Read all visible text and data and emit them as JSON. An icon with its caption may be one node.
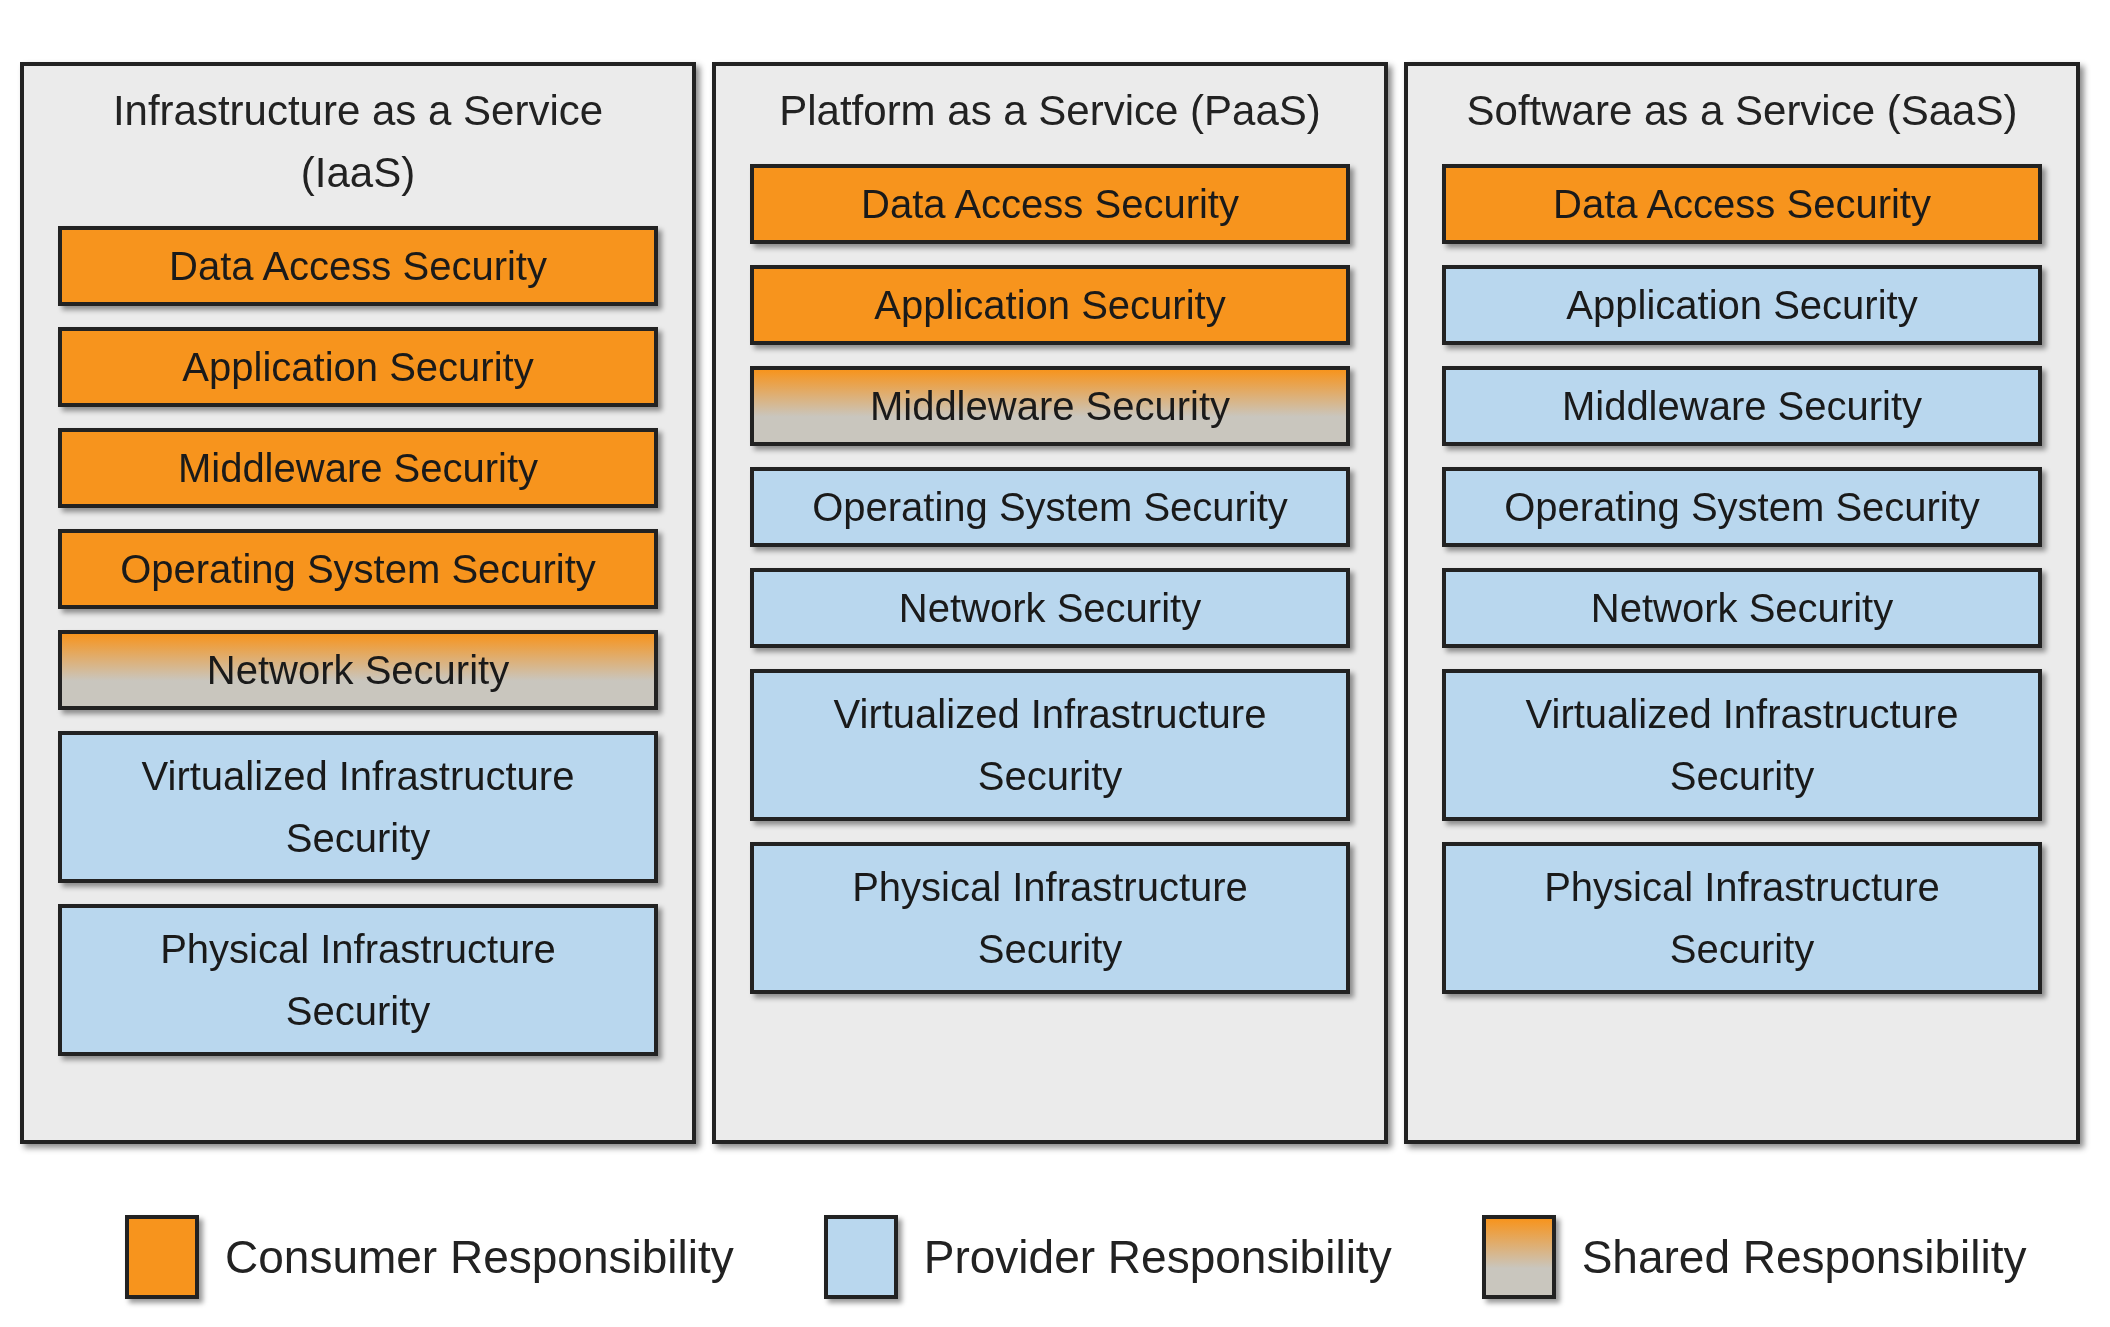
{
  "diagram": {
    "nodes": [
      {
        "text": [
          "Infrastructure as a Service (IaaS)"
        ]
      },
      {
        "text": [
          "Data Access Security"
        ],
        "in": 0
      },
      {
        "text": [
          "Application Security"
        ],
        "in": 0
      },
      {
        "text": [
          "Middleware Security"
        ],
        "in": 0
      },
      {
        "text": [
          "Operating System Security"
        ],
        "in": 0
      },
      {
        "text": [
          "Network Security"
        ],
        "in": 0
      },
      {
        "text": [
          "Virtualized Infrastructure Security"
        ],
        "in": 0
      },
      {
        "text": [
          "Physical Infrastructure Security"
        ],
        "in": 0
      },
      {
        "text": [
          "Platform as a Service (PaaS)"
        ]
      },
      {
        "text": [
          "Data Access Security"
        ],
        "in": 8
      },
      {
        "text": [
          "Application Security"
        ],
        "in": 8
      },
      {
        "text": [
          "Middleware Security"
        ],
        "in": 8
      },
      {
        "text": [
          "Operating System Security"
        ],
        "in": 8
      },
      {
        "text": [
          "Network Security"
        ],
        "in": 8
      },
      {
        "text": [
          "Virtualized Infrastructure Security"
        ],
        "in": 8
      },
      {
        "text": [
          "Physical Infrastructure Security"
        ],
        "in": 8
      },
      {
        "text": [
          "Software as a Service (SaaS)"
        ]
      },
      {
        "text": [
          "Data Access Security"
        ],
        "in": 16
      },
      {
        "text": [
          "Application Security"
        ],
        "in": 16
      },
      {
        "text": [
          "Middleware Security"
        ],
        "in": 16
      },
      {
        "text": [
          "Operating System Security"
        ],
        "in": 16
      },
      {
        "text": [
          "Network Security"
        ],
        "in": 16
      },
      {
        "text": [
          "Virtualized Infrastructure Security"
        ],
        "in": 16
      },
      {
        "text": [
          "Physical Infrastructure Security"
        ],
        "in": 16
      }
    ],
    "legend": [
      {
        "text": "Consumer Responsibility",
        "color": "#f7941d"
      },
      {
        "text": "Provider Responsibility",
        "color": "#b9d7ee"
      },
      {
        "text": "Shared Responsibility",
        "color": "#c9c6be"
      }
    ]
  }
}
